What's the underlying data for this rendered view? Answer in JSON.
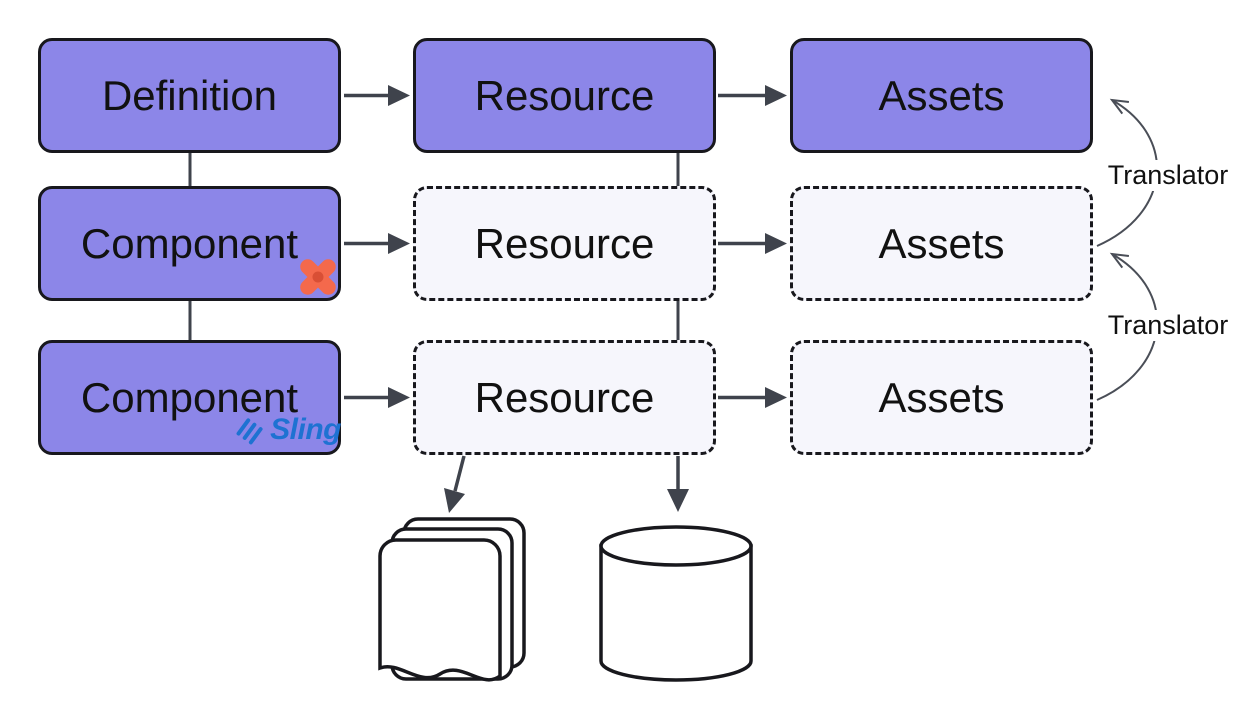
{
  "diagram": {
    "boxes": [
      {
        "id": "definition",
        "label": "Definition",
        "variant": "solid"
      },
      {
        "id": "resource-top",
        "label": "Resource",
        "variant": "solid"
      },
      {
        "id": "assets-top",
        "label": "Assets",
        "variant": "solid"
      },
      {
        "id": "component-middle",
        "label": "Component",
        "variant": "solid"
      },
      {
        "id": "resource-middle",
        "label": "Resource",
        "variant": "dashed"
      },
      {
        "id": "assets-middle",
        "label": "Assets",
        "variant": "dashed"
      },
      {
        "id": "component-bottom",
        "label": "Component",
        "variant": "solid"
      },
      {
        "id": "resource-bottom",
        "label": "Resource",
        "variant": "dashed"
      },
      {
        "id": "assets-bottom",
        "label": "Assets",
        "variant": "dashed"
      }
    ],
    "annotations": {
      "translator_top": "Translator",
      "translator_bottom": "Translator",
      "sling": "Sling"
    },
    "icons": {
      "x_pinwheel": "orange-x-pinwheel",
      "sling_mark": "three-diagonal-bars",
      "documents": "stacked-pages",
      "database": "cylinder"
    },
    "colors": {
      "background": "#FFFFFF",
      "box_fill": "#8C86E8",
      "dashed_fill": "#F6F6FC",
      "border": "#18181D",
      "arrow": "#3F434C",
      "text": "#111111",
      "translator_line": "#4A4E57",
      "x_orange": "#F4694C",
      "sling_blue": "#1E72D2"
    }
  }
}
